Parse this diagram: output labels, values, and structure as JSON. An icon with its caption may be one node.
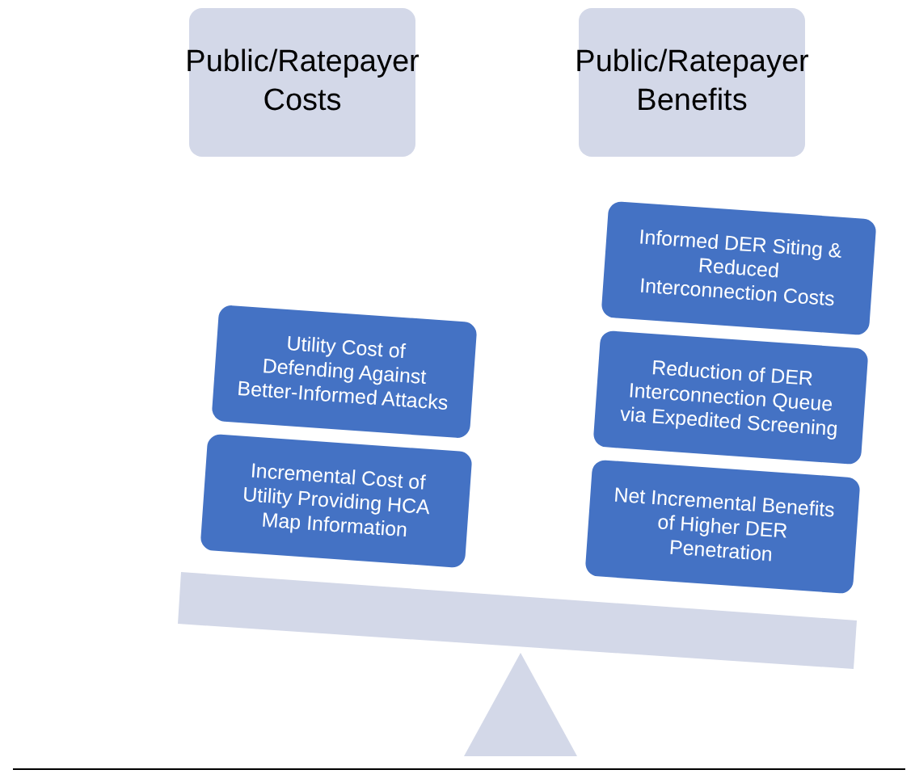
{
  "diagram": {
    "nodes": [
      {
        "text": [
          "Public/Ratepayer Costs"
        ]
      },
      {
        "text": [
          "Public/Ratepayer Benefits"
        ]
      },
      {
        "text": [
          "Informed DER Siting & Reduced Interconnection Costs"
        ]
      },
      {
        "text": [
          "Utility Cost of Defending Against Better-Informed Attacks"
        ]
      },
      {
        "text": [
          "Reduction of DER Interconnection Queue via Expedited Screening"
        ]
      },
      {
        "text": [
          "Incremental Cost of Utility Providing HCA Map Information"
        ]
      },
      {
        "text": [
          "Net Incremental Benefits of Higher DER Penetration"
        ]
      }
    ],
    "edges": []
  }
}
